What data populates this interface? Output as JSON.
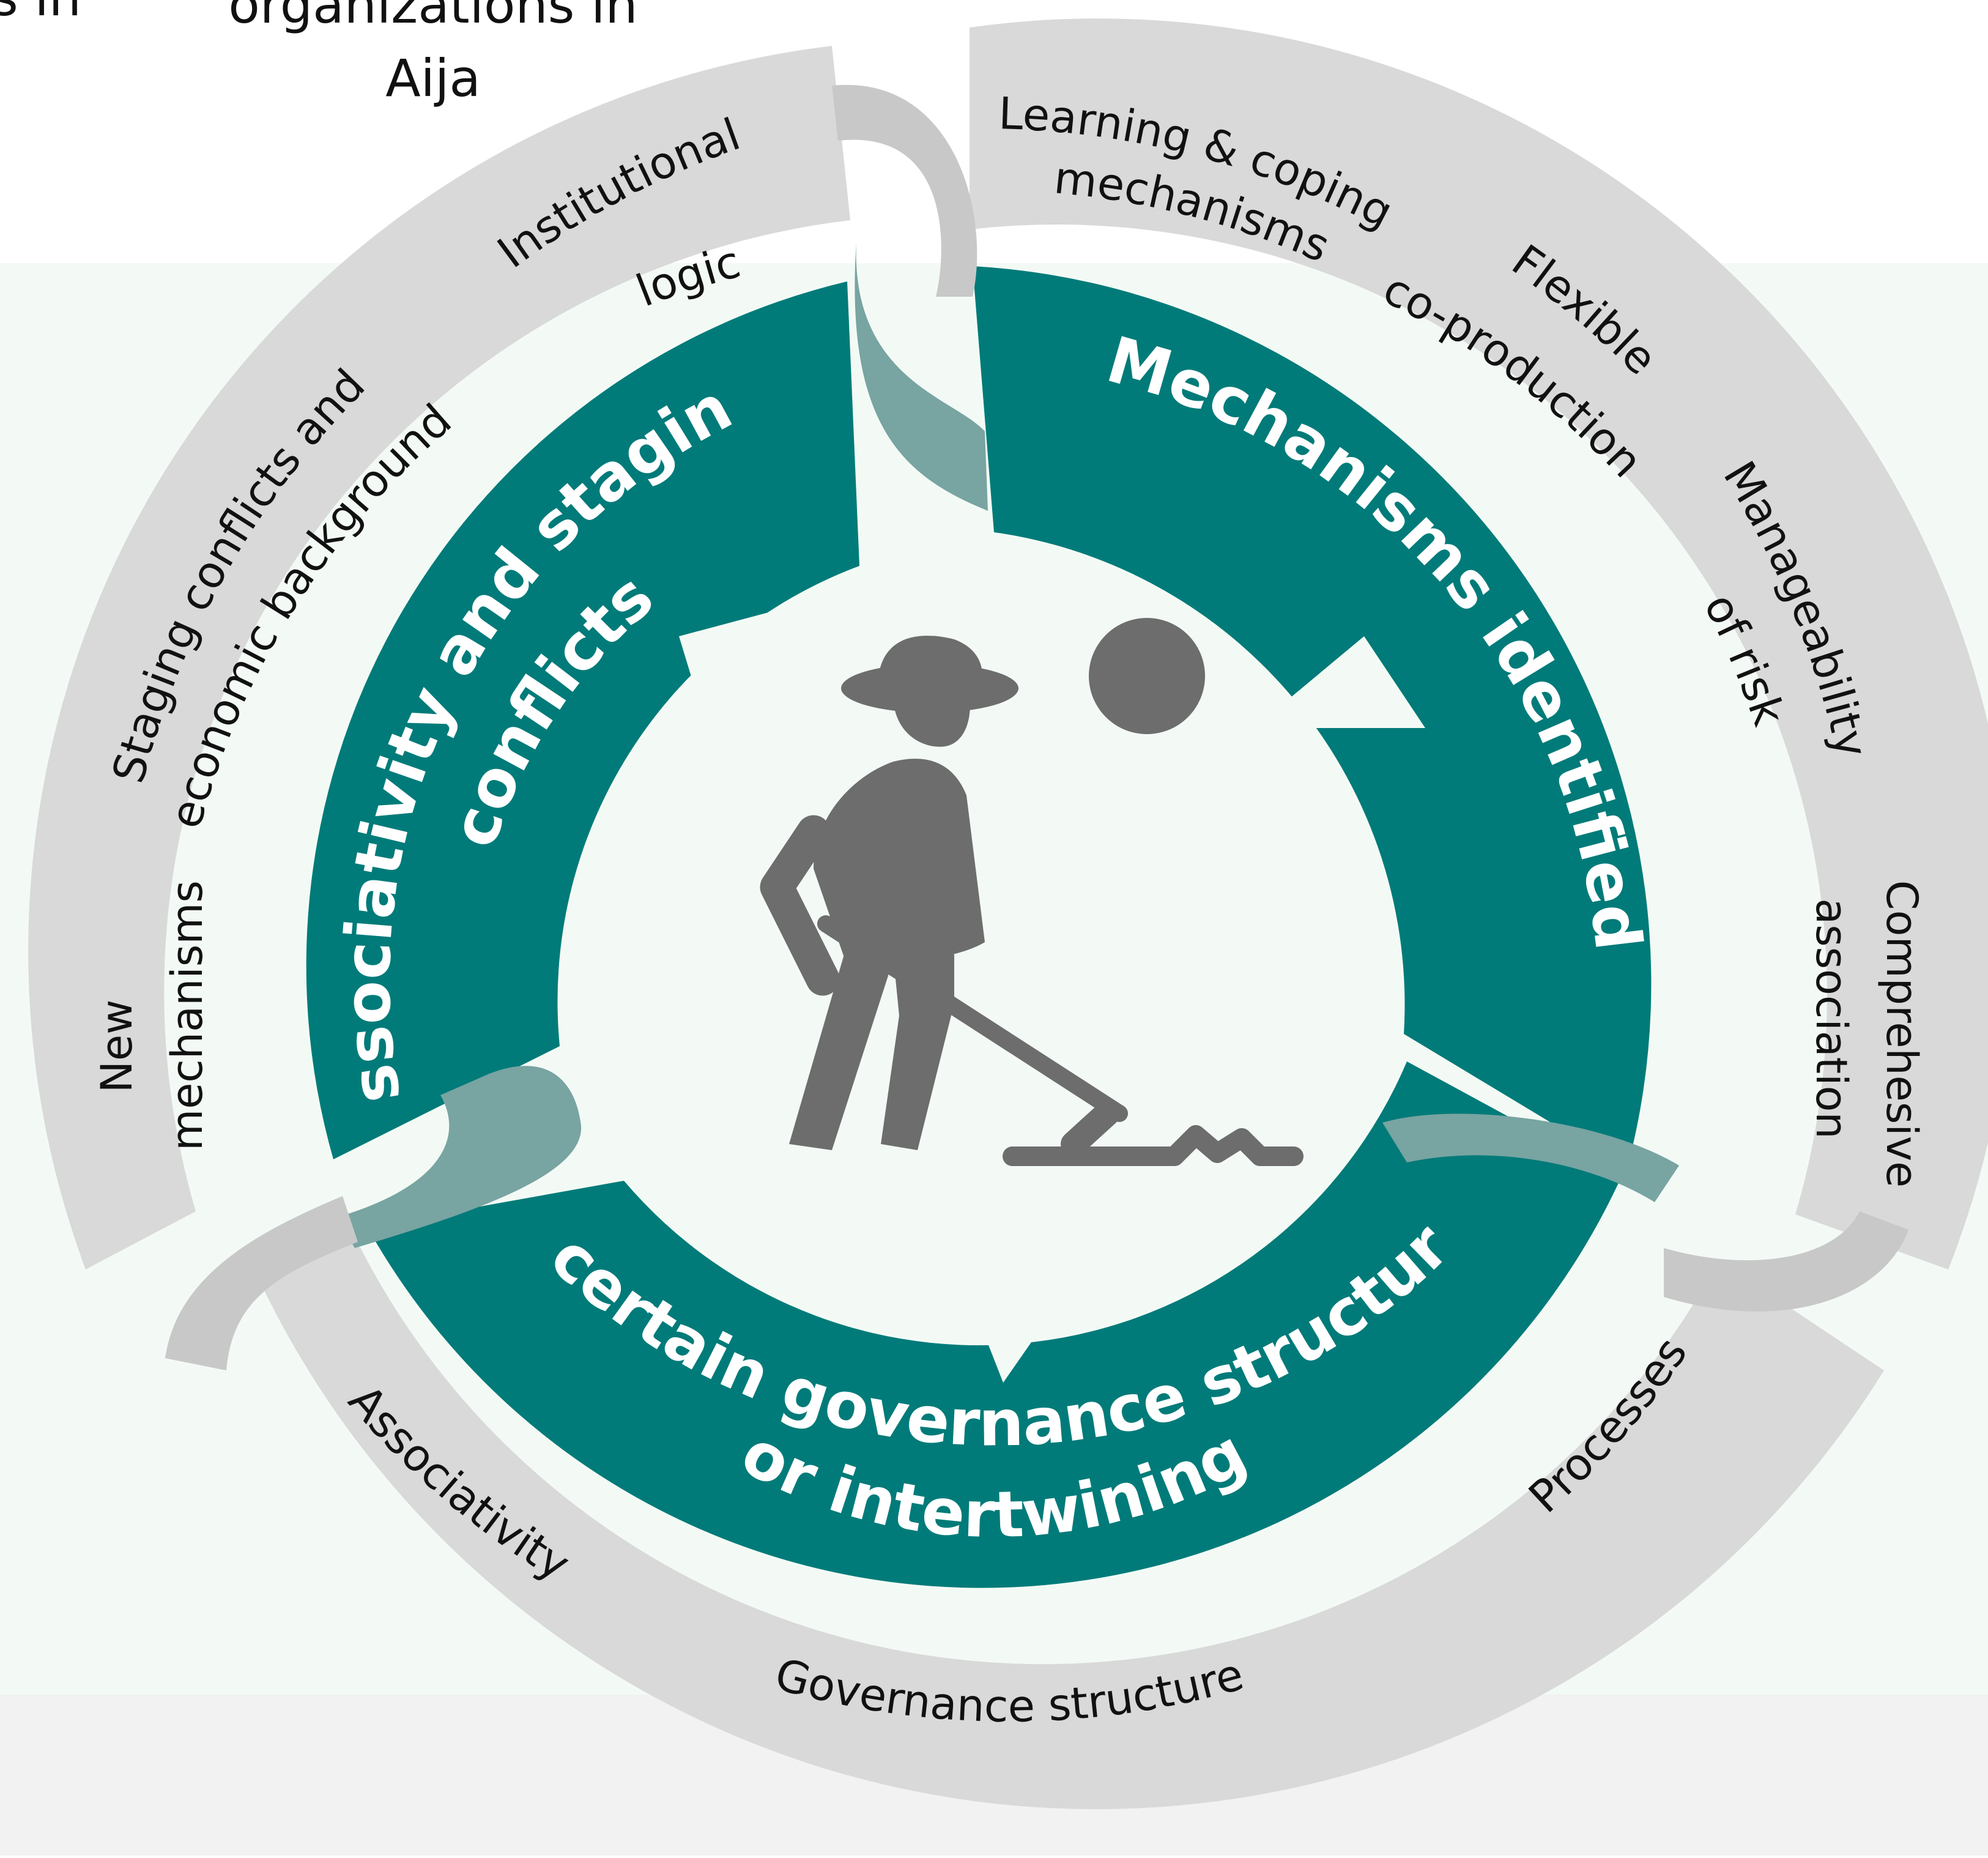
{
  "top_fragments": {
    "left_partial": "s in",
    "center_partial_line1": "organizations in",
    "center_partial_line2": "Aija"
  },
  "sections": {
    "associativity": {
      "title_line1": "Associativity and staging",
      "title_line2": "conflicts",
      "items": {
        "institutional_line1": "Institutional",
        "institutional_line2": "logic",
        "staging_line1": "Staging conflicts and",
        "staging_line2": "economic background",
        "new_line1": "New",
        "new_line2": "mechanisms"
      }
    },
    "mechanisms": {
      "title": "Mechanisms identified",
      "items": {
        "learning_line1": "Learning & coping",
        "learning_line2": "mechanisms",
        "flexible_line1": "Flexible",
        "flexible_line2": "co-production",
        "manageability_line1": "Manageability",
        "manageability_line2": "of risk",
        "comprehensive_line1": "Comprehesive",
        "comprehensive_line2": "association"
      }
    },
    "governance": {
      "title_line1": "Uncertain governance structures",
      "title_line2": "or intertwining",
      "items": {
        "associativity": "Associativity",
        "governance_structure": "Governance structure",
        "processes": "Processes"
      }
    }
  },
  "colors": {
    "teal": "#007b79",
    "grey_ring": "#d9d9d9",
    "connector_grey": "#c8c8c8",
    "connector_teal": "#78a4a2",
    "center_bg": "#f3faf5",
    "figure_grey": "#6d6d6d",
    "band_green": "#f3faf5",
    "band_grey": "#f2f2f2"
  },
  "icons": {
    "center": "farmer-hoeing-icon"
  }
}
